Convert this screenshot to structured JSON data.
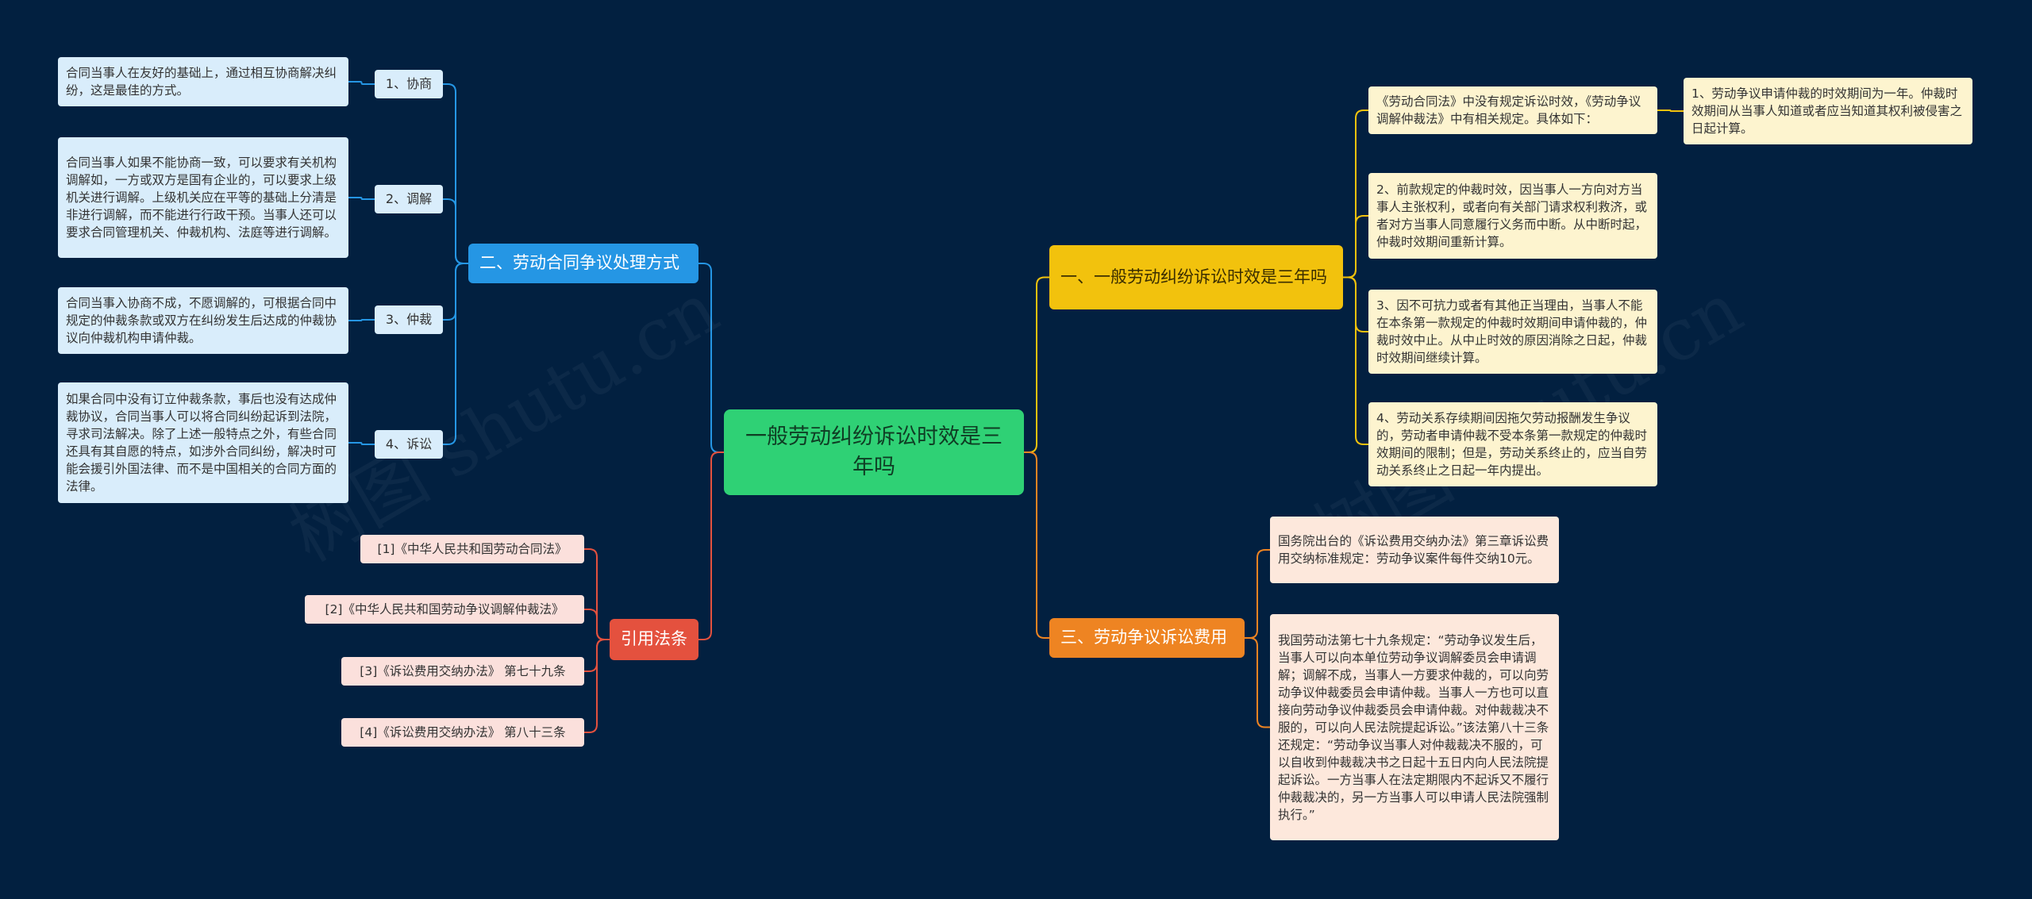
{
  "colors": {
    "background": "#022040",
    "root": "#2fd175",
    "yellow": "#f2c20d",
    "orange": "#ee8422",
    "blue": "#2596e4",
    "red": "#e4513e"
  },
  "watermark": "树图 shutu.cn",
  "root": {
    "label": "一般劳动纠纷诉讼时效是三年吗"
  },
  "branches": {
    "time_limit": {
      "label": "一、一般劳动纠纷诉讼时效是三年吗",
      "intro": "《劳动合同法》中没有规定诉讼时效，《劳动争议调解仲裁法》中有相关规定。具体如下：",
      "intro_detail": "1、劳动争议申请仲裁的时效期间为一年。仲裁时效期间从当事人知道或者应当知道其权利被侵害之日起计算。",
      "item2": "2、前款规定的仲裁时效，因当事人一方向对方当事人主张权利，或者向有关部门请求权利救济，或者对方当事人同意履行义务而中断。从中断时起，仲裁时效期间重新计算。",
      "item3": "3、因不可抗力或者有其他正当理由，当事人不能在本条第一款规定的仲裁时效期间申请仲裁的，仲裁时效中止。从中止时效的原因消除之日起，仲裁时效期间继续计算。",
      "item4": "4、劳动关系存续期间因拖欠劳动报酬发生争议的，劳动者申请仲裁不受本条第一款规定的仲裁时效期间的限制；但是，劳动关系终止的，应当自劳动关系终止之日起一年内提出。"
    },
    "fees": {
      "label": "三、劳动争议诉讼费用",
      "item1": "国务院出台的《诉讼费用交纳办法》第三章诉讼费用交纳标准规定：劳动争议案件每件交纳10元。",
      "item2": "我国劳动法第七十九条规定：“劳动争议发生后，当事人可以向本单位劳动争议调解委员会申请调解；调解不成，当事人一方要求仲裁的，可以向劳动争议仲裁委员会申请仲裁。当事人一方也可以直接向劳动争议仲裁委员会申请仲裁。对仲裁裁决不服的，可以向人民法院提起诉讼。”该法第八十三条还规定：“劳动争议当事人对仲裁裁决不服的，可以自收到仲裁裁决书之日起十五日内向人民法院提起诉讼。一方当事人在法定期限内不起诉又不履行仲裁裁决的，另一方当事人可以申请人民法院强制执行。”"
    },
    "methods": {
      "label": "二、劳动合同争议处理方式",
      "items": [
        {
          "label": "1、协商",
          "desc": "合同当事人在友好的基础上，通过相互协商解决纠纷，这是最佳的方式。"
        },
        {
          "label": "2、调解",
          "desc": "合同当事人如果不能协商一致，可以要求有关机构调解如，一方或双方是国有企业的，可以要求上级机关进行调解。上级机关应在平等的基础上分清是非进行调解，而不能进行行政干预。当事人还可以要求合同管理机关、仲裁机构、法庭等进行调解。"
        },
        {
          "label": "3、仲裁",
          "desc": "合同当事入协商不成，不愿调解的，可根据合同中规定的仲裁条款或双方在纠纷发生后达成的仲裁协议向仲裁机构申请仲裁。"
        },
        {
          "label": "4、诉讼",
          "desc": "如果合同中没有订立仲裁条款，事后也没有达成仲裁协议，合同当事人可以将合同纠纷起诉到法院，寻求司法解决。除了上述一般特点之外，有些合同还具有其自愿的特点，如涉外合同纠纷，解决时可能会援引外国法律、而不是中国相关的合同方面的法律。"
        }
      ]
    },
    "refs": {
      "label": "引用法条",
      "items": [
        "[1]《中华人民共和国劳动合同法》",
        "[2]《中华人民共和国劳动争议调解仲裁法》",
        "[3]《诉讼费用交纳办法》 第七十九条",
        "[4]《诉讼费用交纳办法》 第八十三条"
      ]
    }
  }
}
